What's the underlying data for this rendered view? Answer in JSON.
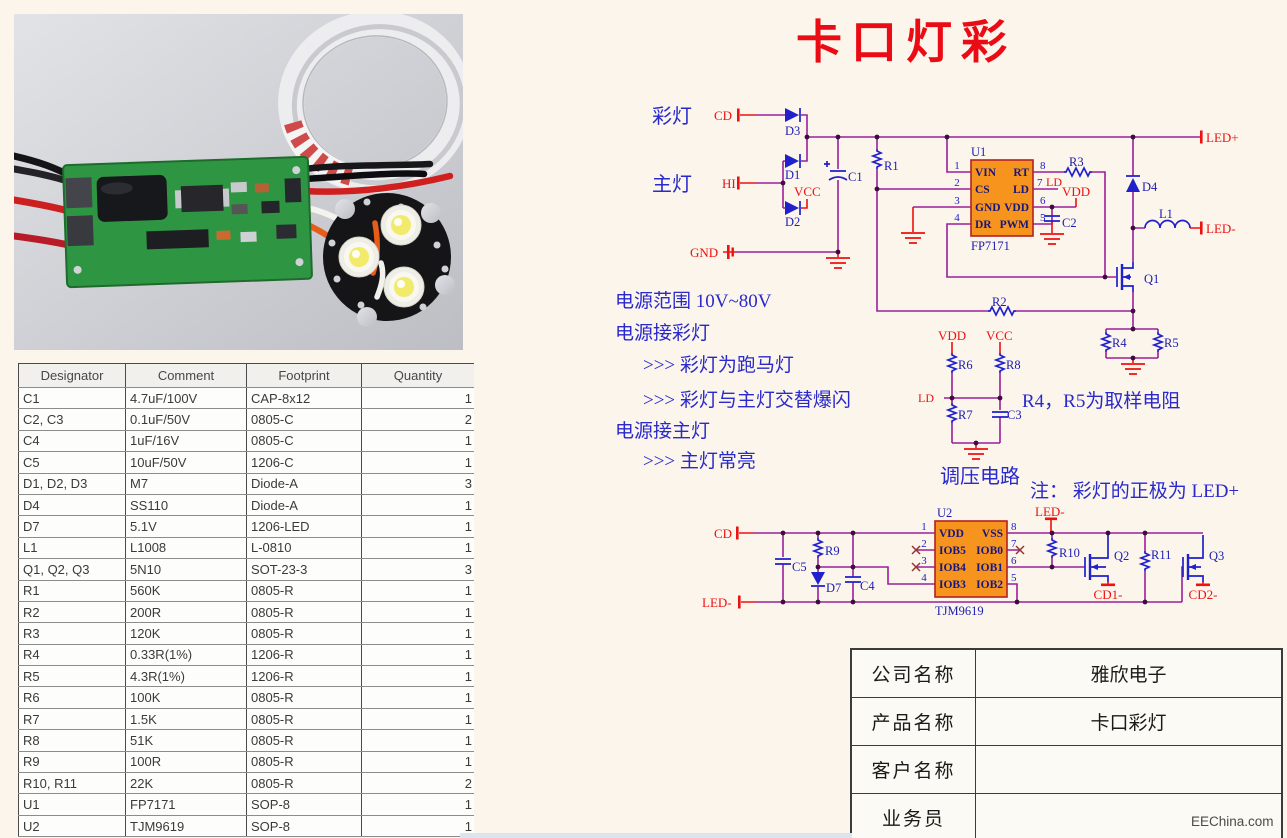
{
  "title": "卡口灯彩",
  "watermark": "EEChina.com",
  "colors": {
    "accent_red": "#EA0B14",
    "wire_purple": "#9B1F9B",
    "component_blue": "#2020CC",
    "ic_fill": "#F7941E",
    "annotation_blue": "#2929CC",
    "page_bg": "#FBF5EB"
  },
  "bom": {
    "headers": [
      "Designator",
      "Comment",
      "Footprint",
      "Quantity"
    ],
    "rows": [
      [
        "C1",
        "4.7uF/100V",
        "CAP-8x12",
        "1"
      ],
      [
        "C2, C3",
        "0.1uF/50V",
        "0805-C",
        "2"
      ],
      [
        "C4",
        "1uF/16V",
        "0805-C",
        "1"
      ],
      [
        "C5",
        "10uF/50V",
        "1206-C",
        "1"
      ],
      [
        "D1, D2, D3",
        "M7",
        "Diode-A",
        "3"
      ],
      [
        "D4",
        "SS110",
        "Diode-A",
        "1"
      ],
      [
        "D7",
        "5.1V",
        "1206-LED",
        "1"
      ],
      [
        "L1",
        "L1008",
        "L-0810",
        "1"
      ],
      [
        "Q1, Q2, Q3",
        "5N10",
        "SOT-23-3",
        "3"
      ],
      [
        "R1",
        "560K",
        "0805-R",
        "1"
      ],
      [
        "R2",
        "200R",
        "0805-R",
        "1"
      ],
      [
        "R3",
        "120K",
        "0805-R",
        "1"
      ],
      [
        "R4",
        "0.33R(1%)",
        "1206-R",
        "1"
      ],
      [
        "R5",
        "4.3R(1%)",
        "1206-R",
        "1"
      ],
      [
        "R6",
        "100K",
        "0805-R",
        "1"
      ],
      [
        "R7",
        "1.5K",
        "0805-R",
        "1"
      ],
      [
        "R8",
        "51K",
        "0805-R",
        "1"
      ],
      [
        "R9",
        "100R",
        "0805-R",
        "1"
      ],
      [
        "R10, R11",
        "22K",
        "0805-R",
        "2"
      ],
      [
        "U1",
        "FP7171",
        "SOP-8",
        "1"
      ],
      [
        "U2",
        "TJM9619",
        "SOP-8",
        "1"
      ]
    ]
  },
  "info": {
    "rows": [
      {
        "label": "公司名称",
        "value": "雅欣电子"
      },
      {
        "label": "产品名称",
        "value": "卡口彩灯"
      },
      {
        "label": "客户名称",
        "value": ""
      },
      {
        "label": "业务员",
        "value": ""
      }
    ]
  },
  "schematic": {
    "upper": {
      "color_lamp": "彩灯",
      "main_lamp": "主灯",
      "cd": "CD",
      "hi": "HI",
      "gnd": "GND",
      "vcc": "VCC",
      "vdd": "VDD",
      "ld": "LD",
      "led_plus": "LED+",
      "led_minus": "LED-",
      "d1": "D1",
      "d2": "D2",
      "d3": "D3",
      "d4": "D4",
      "c1": "C1",
      "c2": "C2",
      "r1": "R1",
      "r2": "R2",
      "r3": "R3",
      "r4": "R4",
      "r5": "R5",
      "l1": "L1",
      "q1": "Q1",
      "u1": {
        "ref": "U1",
        "part": "FP7171",
        "pins_left": [
          {
            "n": "1",
            "name": "VIN"
          },
          {
            "n": "2",
            "name": "CS"
          },
          {
            "n": "3",
            "name": "GND"
          },
          {
            "n": "4",
            "name": "DR"
          }
        ],
        "pins_right": [
          {
            "n": "8",
            "name": "RT"
          },
          {
            "n": "7",
            "name": "LD"
          },
          {
            "n": "6",
            "name": "VDD"
          },
          {
            "n": "5",
            "name": "PWM"
          }
        ]
      }
    },
    "regulator": {
      "vdd": "VDD",
      "vcc": "VCC",
      "ld": "LD",
      "r6": "R6",
      "r7": "R7",
      "r8": "R8",
      "c3": "C3",
      "caption": "调压电路"
    },
    "lower": {
      "cd": "CD",
      "led_minus_left": "LED-",
      "led_minus_top": "LED-",
      "cd1": "CD1-",
      "cd2": "CD2-",
      "c4": "C4",
      "c5": "C5",
      "d7": "D7",
      "r9": "R9",
      "r10": "R10",
      "r11": "R11",
      "q2": "Q2",
      "q3": "Q3",
      "u2": {
        "ref": "U2",
        "part": "TJM9619",
        "pins_left": [
          {
            "n": "1",
            "name": "VDD"
          },
          {
            "n": "2",
            "name": "IOB5"
          },
          {
            "n": "3",
            "name": "IOB4"
          },
          {
            "n": "4",
            "name": "IOB3"
          }
        ],
        "pins_right": [
          {
            "n": "8",
            "name": "VSS"
          },
          {
            "n": "7",
            "name": "IOB0"
          },
          {
            "n": "6",
            "name": "IOB1"
          },
          {
            "n": "5",
            "name": "IOB2"
          }
        ]
      }
    },
    "notes": {
      "range": "电源范围  10V~80V",
      "l1": "电源接彩灯",
      "l2": ">>> 彩灯为跑马灯",
      "l3": ">>> 彩灯与主灯交替爆闪",
      "l4": "电源接主灯",
      "l5": ">>> 主灯常亮",
      "sampling": "R4，R5为取样电阻",
      "polarity": "注：  彩灯的正极为 LED+"
    }
  }
}
